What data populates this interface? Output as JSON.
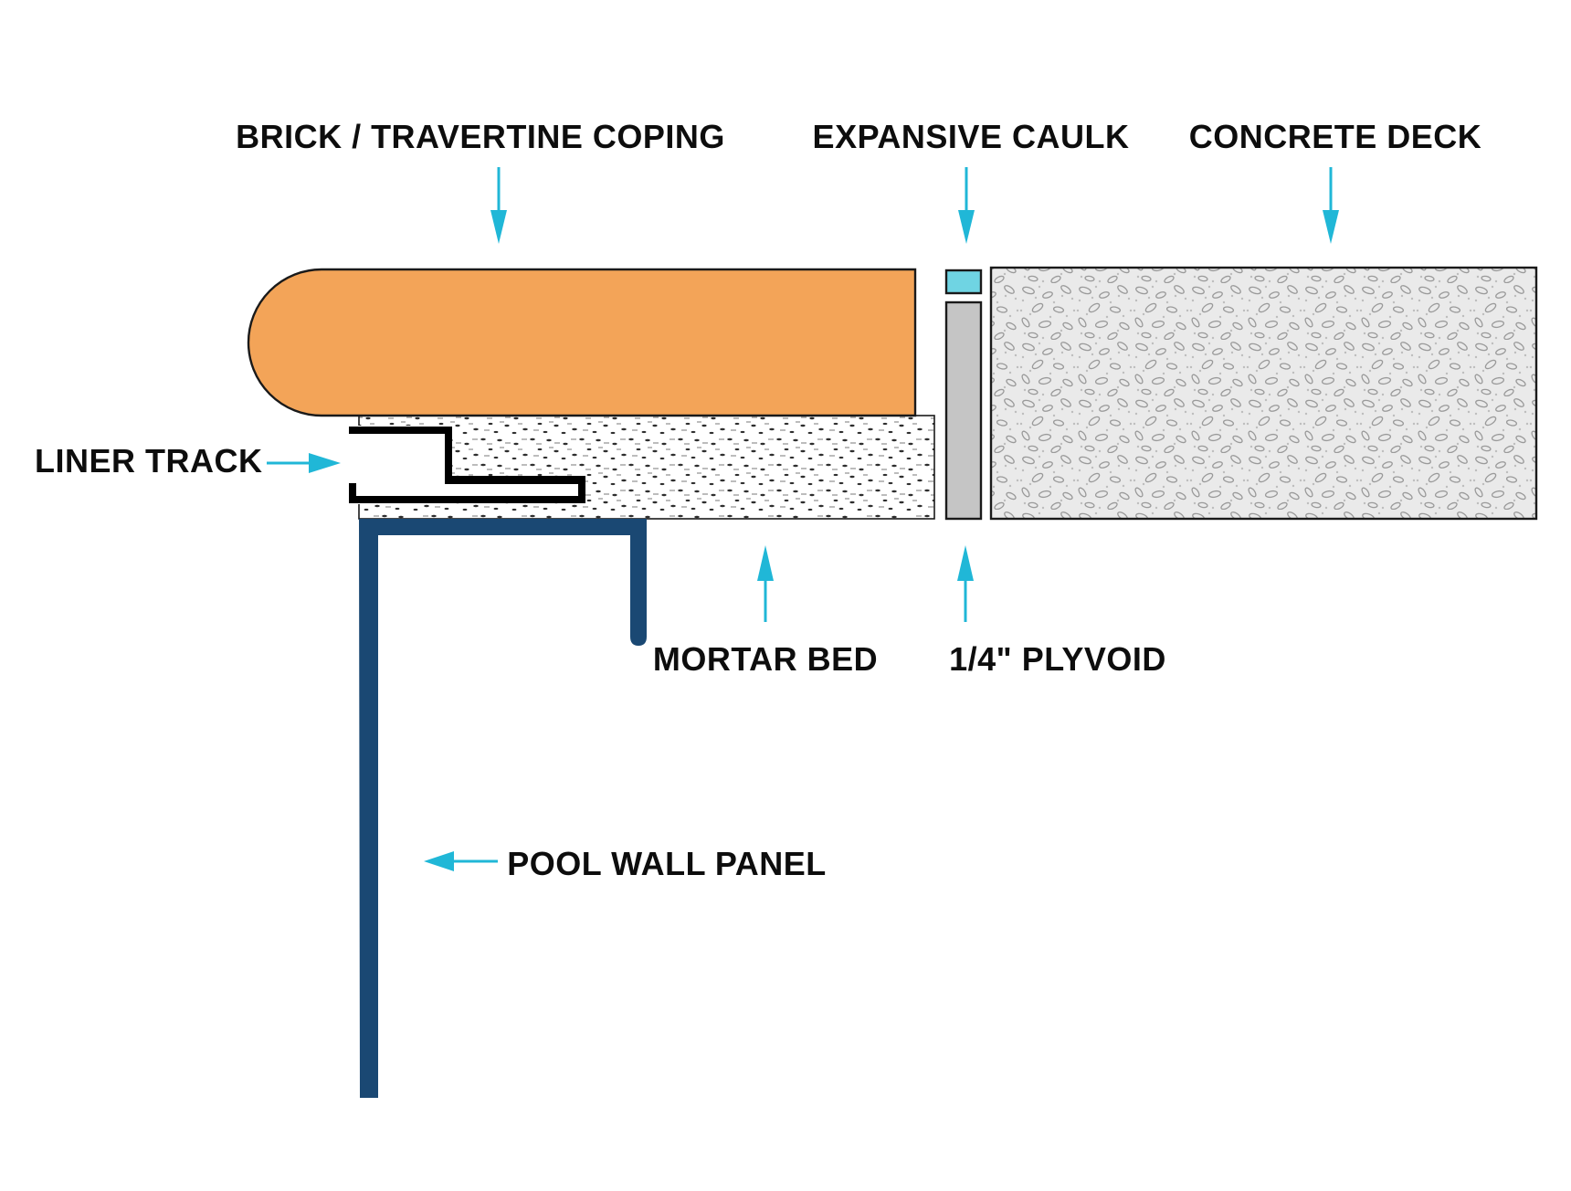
{
  "parts": {
    "coping": {
      "label": "BRICK / TRAVERTINE COPING",
      "fill": "#F3A458"
    },
    "caulk": {
      "label": "EXPANSIVE CAULK",
      "fill": "#6FD4E3"
    },
    "deck": {
      "label": "CONCRETE DECK",
      "fill": "#EAEAEA"
    },
    "liner_track": {
      "label": "LINER TRACK",
      "fill": "#000000"
    },
    "mortar_bed": {
      "label": "MORTAR BED",
      "fill": "#FFFFFF"
    },
    "plyvoid": {
      "label": "1/4\" PLYVOID",
      "fill": "#C5C5C5"
    },
    "pool_wall_panel": {
      "label": "POOL WALL PANEL",
      "fill": "#1A4873"
    }
  },
  "style": {
    "arrow_color": "#20B7D7",
    "outline_color": "#1A1A1A",
    "label_color": "#0D0D0D",
    "background": "#FFFFFF"
  }
}
